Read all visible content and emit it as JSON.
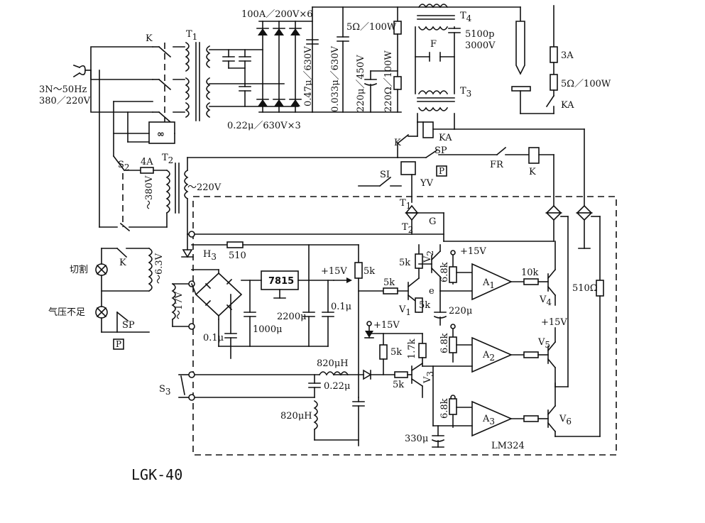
{
  "diagram": {
    "model_label": "LGK-40",
    "supply": {
      "line1": "3N～50Hz",
      "line2": "380／220V"
    },
    "transformer_t1": "T",
    "transformer_t1_sub": "1",
    "transformer_t2": "T",
    "transformer_t2_sub": "2",
    "transformer_t3": "T",
    "transformer_t3_sub": "3",
    "transformer_t4": "T",
    "transformer_t4_sub": "4",
    "contactor_k": "K",
    "diodes_label": "100A／200V×6",
    "cap_022_label": "0.22μ／630V×3",
    "cap_047_label": "0.47μ／630V",
    "cap_0033_label": "0.033μ／630V",
    "cap_220_label": "220μ／450V",
    "res_220_label": "220Ω／100W",
    "res_5_top_label": "5Ω／100W",
    "cap_5100_label1": "5100p",
    "cap_5100_label2": "3000V",
    "spark_gap_label": "F",
    "fuse_3a_label": "3A",
    "res_5_right_label": "5Ω／100W",
    "relay_ka_label": "KA",
    "fan_symbol": "∞",
    "s2_label": "S",
    "s2_sub": "2",
    "fuse_4a_label": "4A",
    "v380_label": "～380V",
    "v220_label": "～220V",
    "sp_label": "SP",
    "fr_label": "FR",
    "k_coil_label": "K",
    "si_label": "SI",
    "yv_label": "YV",
    "p_symbol": "P",
    "thyristor_t1": "T",
    "thyristor_t1_sub": "1",
    "thyristor_t2": "T",
    "thyristor_t2_sub": "2",
    "gate_label": "G",
    "h3_label": "H",
    "h3_sub": "3",
    "res_510_label": "510",
    "lamp_cut_label": "切割",
    "lamp_gas_label": "气压不足",
    "v63_label": "～6.3V",
    "v17_label": "～17V",
    "reg_7815": "7815",
    "plus15_label": "+15V",
    "cap_2200": "2200μ",
    "cap_1000": "1000μ",
    "cap_01a": "0.1μ",
    "cap_01b": "0.1μ",
    "res_5k_a": "5k",
    "res_5k_b": "5k",
    "res_5k_c": "5k",
    "res_5k_d": "5k",
    "res_5k_e": "5k",
    "res_5k_f": "5k",
    "res_17k": "1.7k",
    "res_68k_a": "6.8k",
    "res_68k_b": "6.8k",
    "res_68k_c": "6.8k",
    "res_10k": "10k",
    "res_510ohm": "510Ω",
    "cap_220u": "220μ",
    "cap_330u": "330μ",
    "ind_820_a": "820μH",
    "ind_820_b": "820μH",
    "cap_022u": "0.22μ",
    "v1": "V",
    "v1_sub": "1",
    "v2": "V",
    "v2_sub": "2",
    "v3": "V",
    "v3_sub": "3",
    "v4": "V",
    "v4_sub": "4",
    "v5": "V",
    "v5_sub": "5",
    "v6": "V",
    "v6_sub": "6",
    "a1": "A",
    "a1_sub": "1",
    "a2": "A",
    "a2_sub": "2",
    "a3": "A",
    "a3_sub": "3",
    "node_e": "e",
    "lm324": "LM324",
    "s3_label": "S",
    "s3_sub": "3",
    "k_small": "K",
    "plus15_b": "+15V",
    "plus15_c": "+15V",
    "plus15_d": "+15V"
  }
}
